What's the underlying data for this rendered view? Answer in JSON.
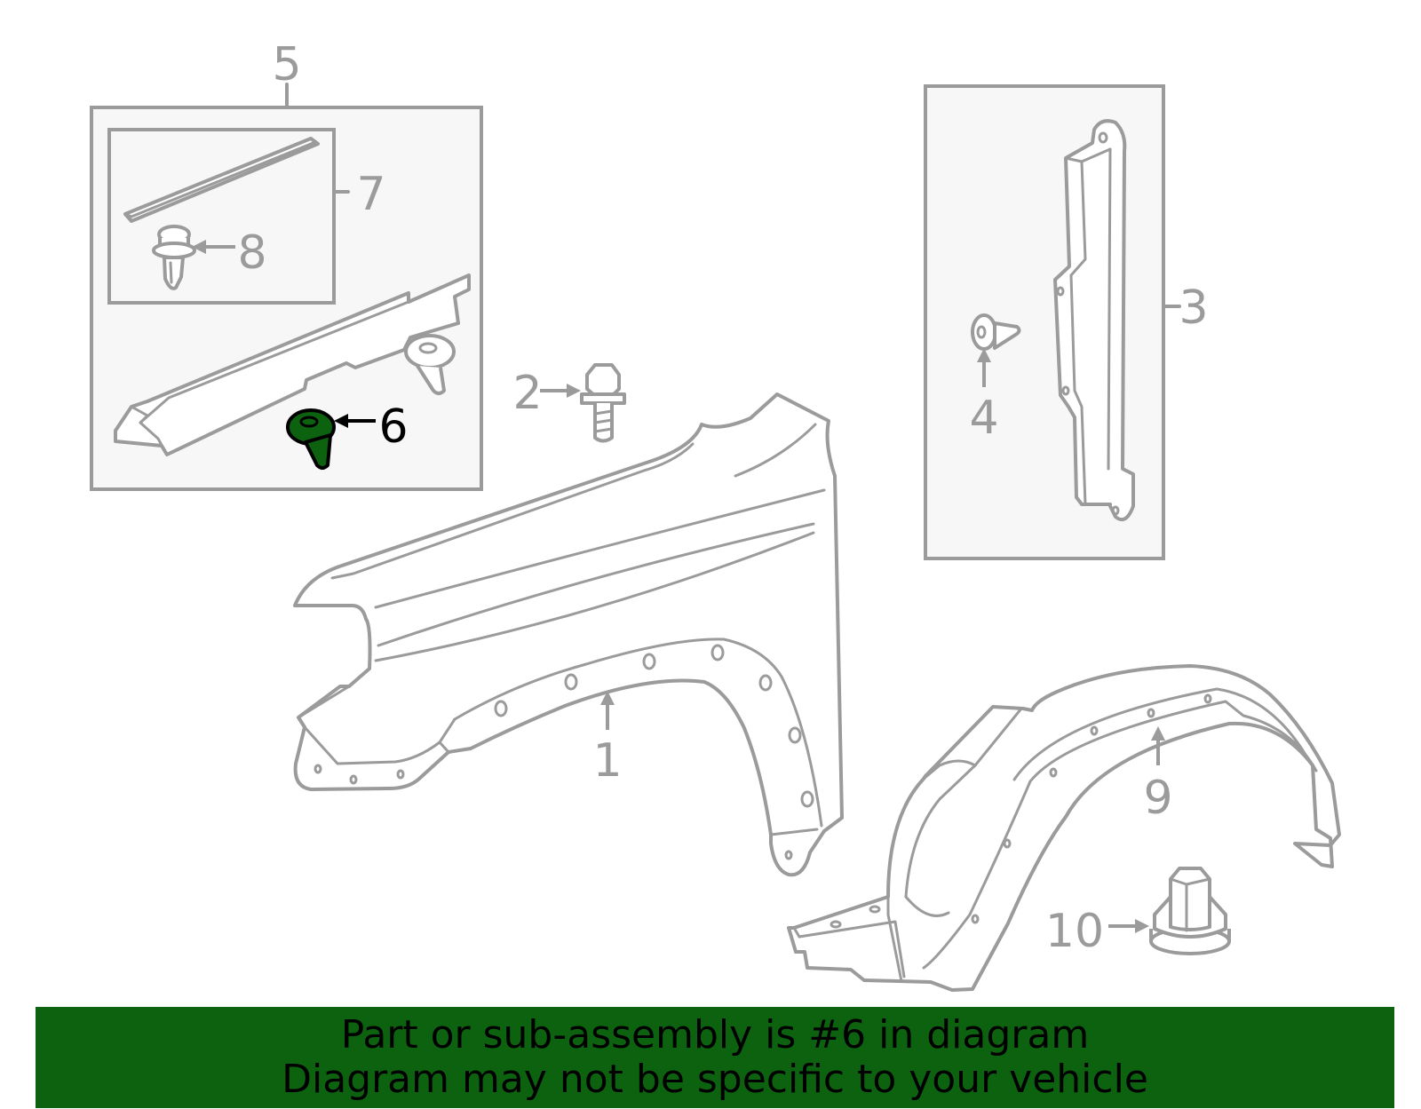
{
  "diagram": {
    "callouts": [
      "1",
      "2",
      "3",
      "4",
      "5",
      "6",
      "7",
      "8",
      "9",
      "10"
    ],
    "highlighted_part": "6",
    "highlight_color": "#0d6210",
    "outline_color": "#9b9b9b"
  },
  "banner": {
    "line1": "Part or sub-assembly is #6 in diagram",
    "line2": "Diagram may not be specific to your vehicle",
    "background": "#0d6210"
  }
}
